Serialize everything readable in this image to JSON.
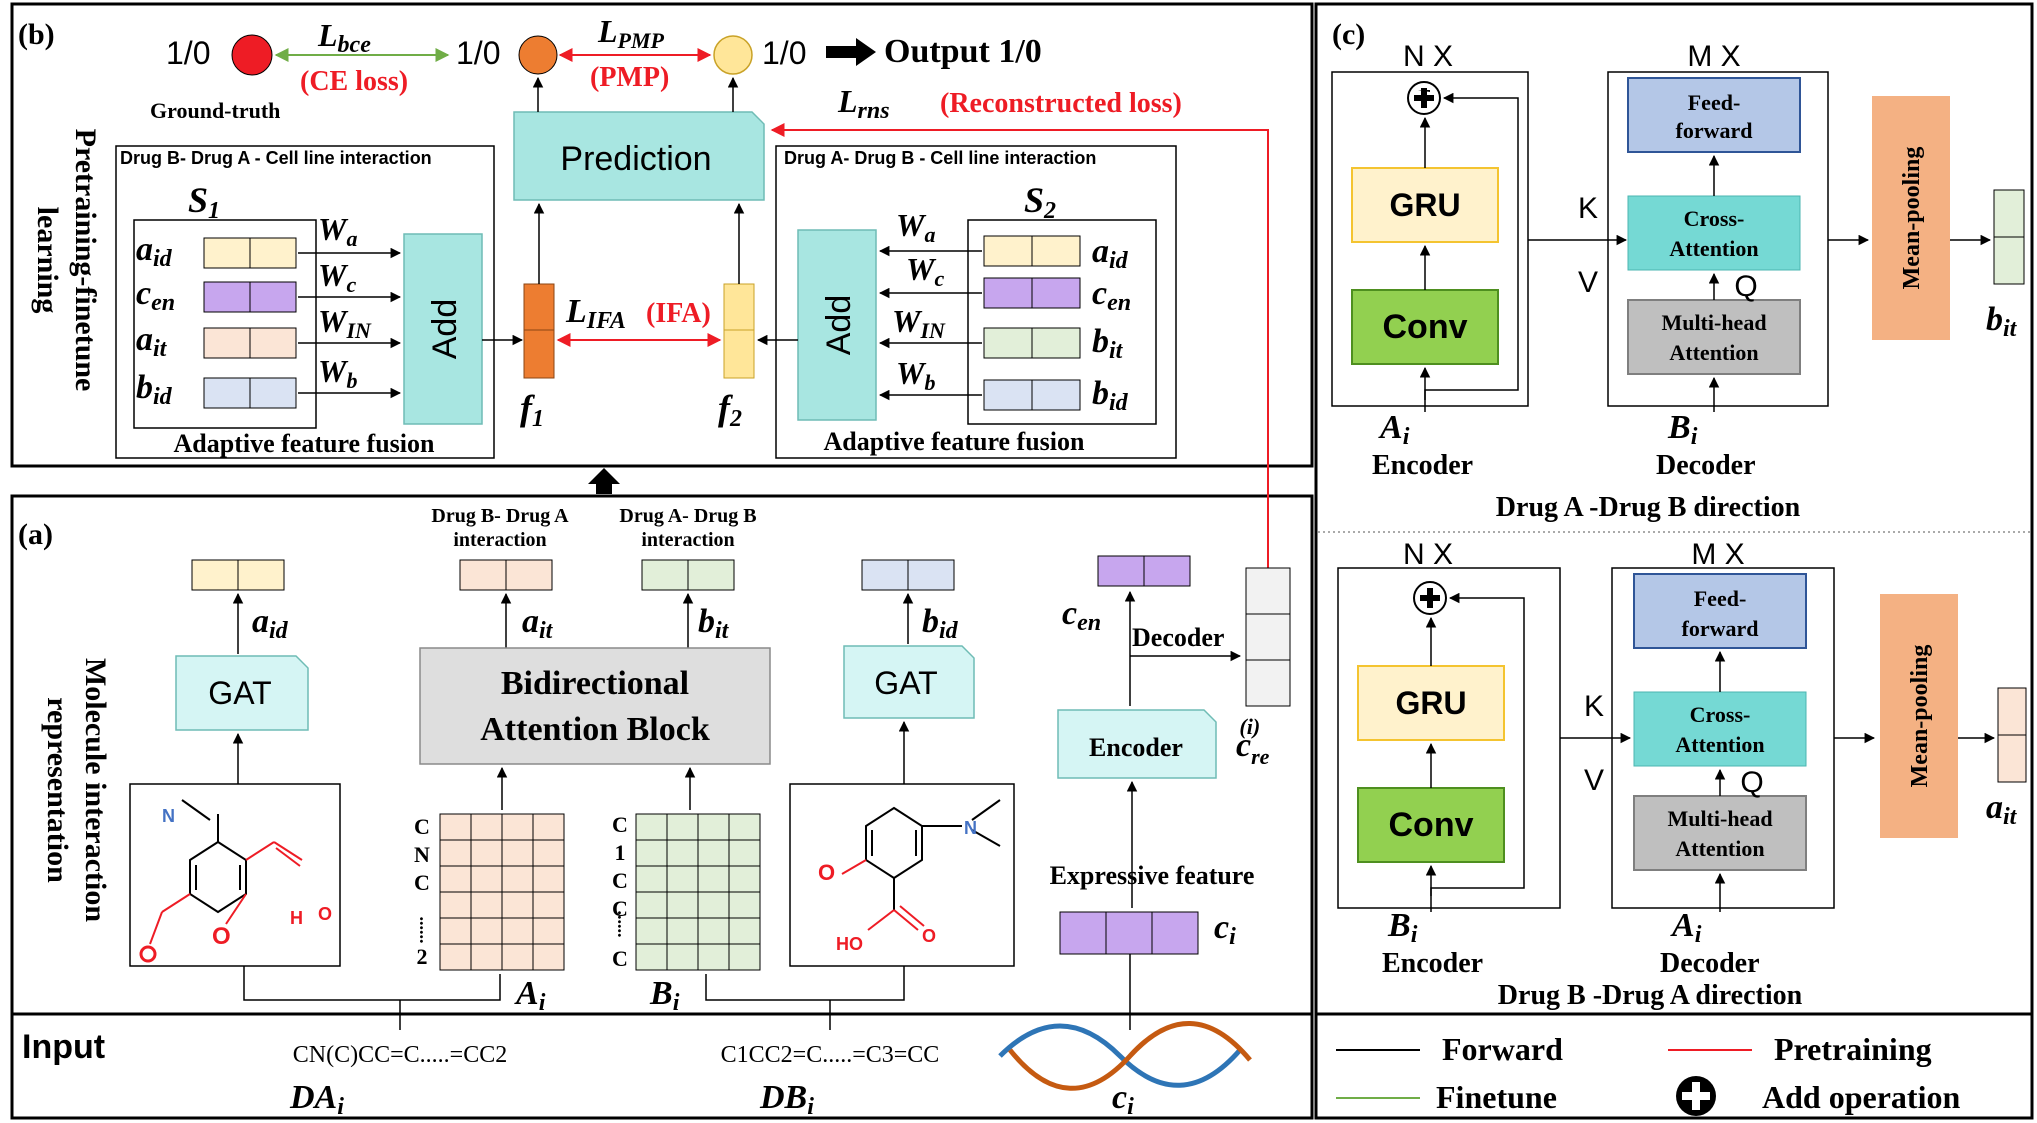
{
  "panels": {
    "b_label": "(b)",
    "a_label": "(a)",
    "c_label": "(c)",
    "input_label": "Input"
  },
  "panel_b": {
    "side_title_1": "Pretraining-finetune",
    "side_title_2": "learning",
    "ground_truth_value": "1/0",
    "ground_truth_label": "Ground-truth",
    "mid_value": "1/0",
    "right_value": "1/0",
    "output_label": "Output 1/0",
    "loss_bce": "L",
    "loss_bce_sub": "bce",
    "loss_bce_desc": "(CE loss)",
    "loss_pmp": "L",
    "loss_pmp_sub": "PMP",
    "loss_pmp_desc": "(PMP)",
    "loss_rns": "L",
    "loss_rns_sub": "rns",
    "loss_rns_desc": "(Reconstructed loss)",
    "prediction_label": "Prediction",
    "loss_ifa": "L",
    "loss_ifa_sub": "IFA",
    "loss_ifa_desc": "(IFA)",
    "left_box_title": "Drug B- Drug A - Cell line  interaction",
    "right_box_title": "Drug A- Drug B - Cell line  interaction",
    "left_s": "S",
    "left_s_sub": "1",
    "right_s": "S",
    "right_s_sub": "2",
    "left_features": [
      {
        "main": "a",
        "sub": "id"
      },
      {
        "main": "c",
        "sub": "en"
      },
      {
        "main": "a",
        "sub": "it"
      },
      {
        "main": "b",
        "sub": "id"
      }
    ],
    "right_features": [
      {
        "main": "a",
        "sub": "id"
      },
      {
        "main": "c",
        "sub": "en"
      },
      {
        "main": "b",
        "sub": "it"
      },
      {
        "main": "b",
        "sub": "id"
      }
    ],
    "weights": [
      {
        "main": "W",
        "sub": "a"
      },
      {
        "main": "W",
        "sub": "c"
      },
      {
        "main": "W",
        "sub": "IN"
      },
      {
        "main": "W",
        "sub": "b"
      }
    ],
    "add_label": "Add",
    "fusion_label": "Adaptive feature fusion",
    "f1": "f",
    "f1_sub": "1",
    "f2": "f",
    "f2_sub": "2"
  },
  "panel_a": {
    "side_title_1": "Molecule interaction",
    "side_title_2": "representation",
    "gat_label": "GAT",
    "bab_line1": "Bidirectional",
    "bab_line2": "Attention Block",
    "ba_interaction_1": "Drug B- Drug A",
    "ba_interaction_2": "interaction",
    "ab_interaction_1": "Drug A- Drug B",
    "ab_interaction_2": "interaction",
    "a_id": {
      "main": "a",
      "sub": "id"
    },
    "a_it": {
      "main": "a",
      "sub": "it"
    },
    "b_it": {
      "main": "b",
      "sub": "it"
    },
    "b_id": {
      "main": "b",
      "sub": "id"
    },
    "c_en": {
      "main": "c",
      "sub": "en"
    },
    "c_i": {
      "main": "c",
      "sub": "i"
    },
    "c_re": {
      "main": "c",
      "sub": "re",
      "sup": "(i)"
    },
    "A_i": {
      "main": "A",
      "sub": "i"
    },
    "B_i": {
      "main": "B",
      "sub": "i"
    },
    "encoder_label": "Encoder",
    "decoder_label": "Decoder",
    "expressive_label": "Expressive feature",
    "seq_a_letters": [
      "C",
      "N",
      "C",
      "......",
      "2"
    ],
    "seq_b_letters": [
      "C",
      "1",
      "C",
      "C",
      "......",
      "C"
    ],
    "mol_a_atoms": {
      "n": "N",
      "h": "H",
      "o1": "O",
      "o2": "O"
    },
    "mol_b_atoms": {
      "n": "N",
      "o": "O",
      "ho": "HO",
      "o2": "O"
    }
  },
  "input": {
    "smiles_a": "CN(C)CC=C.....=CC2",
    "smiles_b": "C1CC2=C.....=C3=CC",
    "da": {
      "main": "DA",
      "sub": "i"
    },
    "db": {
      "main": "DB",
      "sub": "i"
    },
    "ci": {
      "main": "c",
      "sub": "i"
    }
  },
  "panel_c": {
    "top": {
      "nx": "N X",
      "mx": "M X",
      "gru": "GRU",
      "conv": "Conv",
      "feed1": "Feed-",
      "feed2": "forward",
      "cross1": "Cross-",
      "cross2": "Attention",
      "mha1": "Multi-head",
      "mha2": "Attention",
      "k": "K",
      "v": "V",
      "q": "Q",
      "meanpool": "Mean-pooling",
      "enc_in": {
        "main": "A",
        "sub": "i"
      },
      "dec_in": {
        "main": "B",
        "sub": "i"
      },
      "encoder": "Encoder",
      "decoder": "Decoder",
      "out": {
        "main": "b",
        "sub": "it"
      },
      "direction": "Drug A -Drug B direction"
    },
    "bottom": {
      "nx": "N X",
      "mx": "M X",
      "gru": "GRU",
      "conv": "Conv",
      "feed1": "Feed-",
      "feed2": "forward",
      "cross1": "Cross-",
      "cross2": "Attention",
      "mha1": "Multi-head",
      "mha2": "Attention",
      "k": "K",
      "v": "V",
      "q": "Q",
      "meanpool": "Mean-pooling",
      "enc_in": {
        "main": "B",
        "sub": "i"
      },
      "dec_in": {
        "main": "A",
        "sub": "i"
      },
      "encoder": "Encoder",
      "decoder": "Decoder",
      "out": {
        "main": "a",
        "sub": "it"
      },
      "direction": "Drug B -Drug A direction"
    }
  },
  "legend": {
    "forward": "Forward",
    "finetune": "Finetune",
    "pretraining": "Pretraining",
    "add_op": "Add operation"
  },
  "colors": {
    "red": "#ee1c25",
    "green": "#70ad47",
    "orange_node": "#ed7d31",
    "yellow_node": "#ffe699",
    "teal": "#a8e6e1",
    "gru_fill": "#fff2cc",
    "conv_fill": "#92d050",
    "feed_fill": "#b4c7e7",
    "cross_fill": "#75d9d4",
    "mha_fill": "#bfbfbf",
    "mean_fill": "#f4b183"
  }
}
